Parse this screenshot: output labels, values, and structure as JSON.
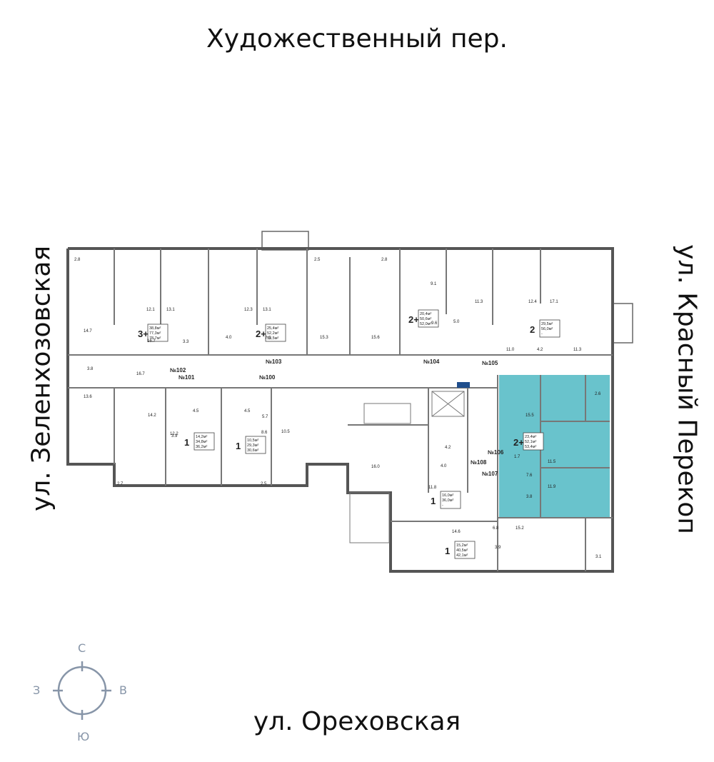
{
  "streets": {
    "top": "Художественный пер.",
    "bottom": "ул. Ореховская",
    "left": "ул. Зеленхозовская",
    "right": "ул. Красный Перекоп"
  },
  "compass": {
    "north": "С",
    "south": "Ю",
    "west": "З",
    "east": "В"
  },
  "colors": {
    "highlight": "#4fb8c3",
    "wall": "#555555",
    "compass": "#8795a8"
  },
  "apartments": [
    {
      "rooms": "3+",
      "areas": [
        "38,8м²",
        "77,3м²",
        "78,7м²"
      ]
    },
    {
      "rooms": "2+",
      "areas": [
        "25,4м²",
        "52,2м²",
        "53,5м²"
      ]
    },
    {
      "rooms": "2+",
      "areas": [
        "20,4м²",
        "50,6м²",
        "52,0м²"
      ]
    },
    {
      "rooms": "2",
      "areas": [
        "29,5м²",
        "56,0м²",
        "-"
      ]
    },
    {
      "rooms": "1",
      "areas": [
        "14,2м²",
        "34,8м²",
        "36,2м²"
      ]
    },
    {
      "rooms": "1",
      "areas": [
        "10,5м²",
        "29,3м²",
        "30,6м²"
      ]
    },
    {
      "rooms": "2+",
      "areas": [
        "23,4м²",
        "52,1м²",
        "53,4м²"
      ]
    },
    {
      "rooms": "1",
      "areas": [
        "16,0м²",
        "36,0м²",
        "-"
      ]
    },
    {
      "rooms": "1",
      "areas": [
        "15,2м²",
        "40,5м²",
        "42,1м²"
      ]
    }
  ],
  "units": [
    "№100",
    "№101",
    "№102",
    "№103",
    "№104",
    "№105",
    "№106",
    "№107",
    "№108"
  ],
  "room_areas": [
    "2.8",
    "2.5",
    "2.8",
    "9.1",
    "12.1",
    "13.1",
    "12.3",
    "13.1",
    "12.4",
    "17.1",
    "11.3",
    "16.7",
    "14.7",
    "9.6",
    "5.0",
    "3.3",
    "4.0",
    "7.5",
    "15.3",
    "15.6",
    "11.0",
    "4.2",
    "11.3",
    "3.8",
    "16.7",
    "13.6",
    "2.6",
    "15.5",
    "14.2",
    "4.5",
    "4.5",
    "3.9",
    "5.7",
    "12.2",
    "8.6",
    "10.5",
    "4.2",
    "1.7",
    "11.5",
    "16.0",
    "4.0",
    "7.6",
    "11.8",
    "11.9",
    "3.8",
    "2.7",
    "2.5",
    "14.6",
    "6.8",
    "15.2",
    "3.9",
    "3.1"
  ]
}
